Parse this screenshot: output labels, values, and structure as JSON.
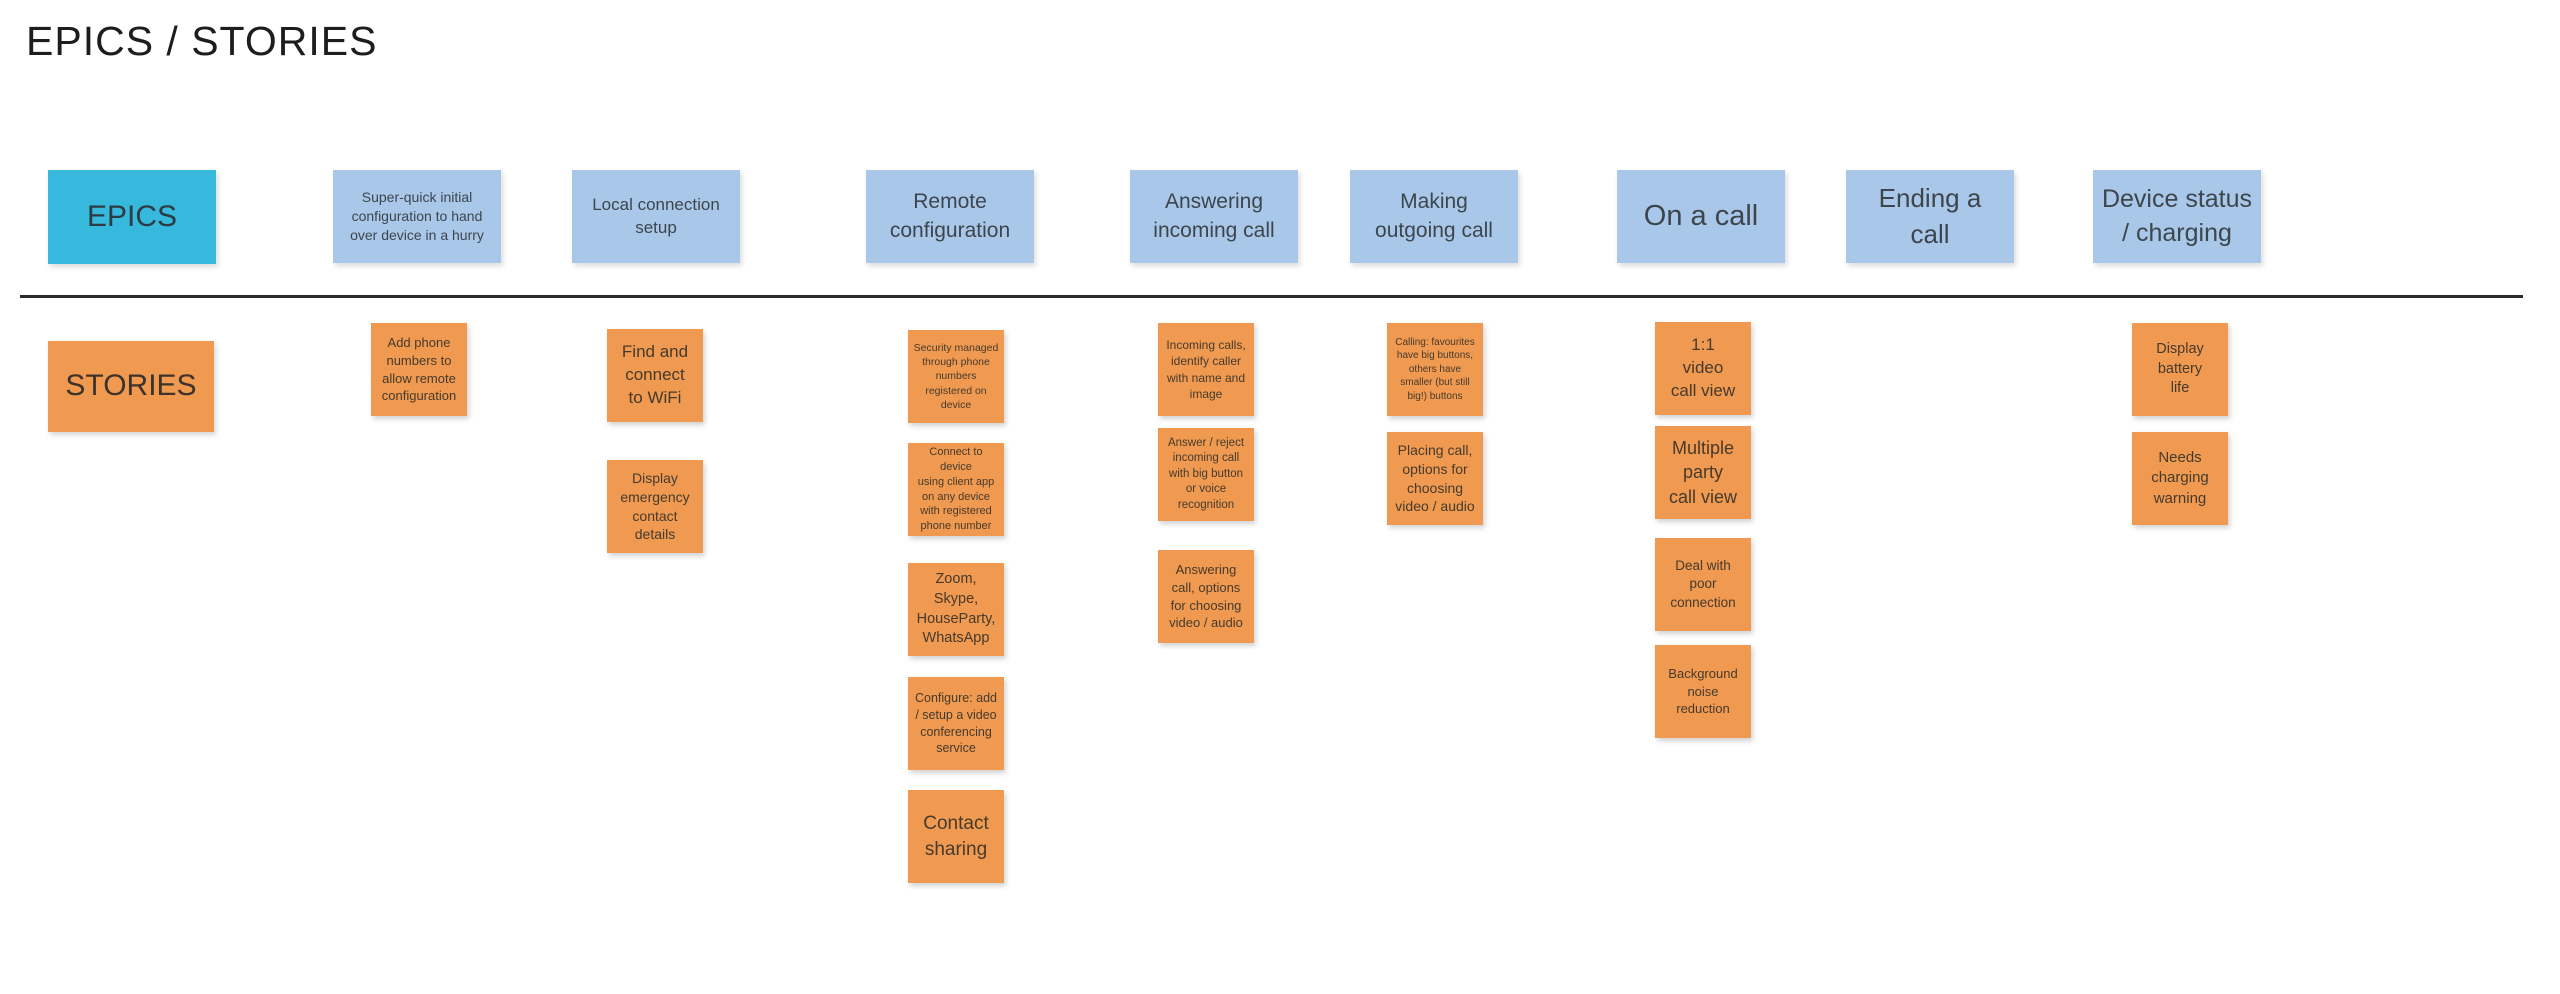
{
  "title": "EPICS / STORIES",
  "row_labels": {
    "epics": "EPICS",
    "stories": "STORIES"
  },
  "colors": {
    "epics_header": "#36b9dc",
    "epic_card": "#a9c8e9",
    "story_card": "#ef9a50",
    "divider": "#2b2b2b"
  },
  "epics": [
    "Super-quick initial\nconfiguration to hand\nover device in a hurry",
    "Local connection\nsetup",
    "Remote\nconfiguration",
    "Answering\nincoming call",
    "Making\noutgoing call",
    "On a call",
    "Ending a\ncall",
    "Device status\n/ charging"
  ],
  "stories": {
    "super_quick_configuration": [
      "Add phone\nnumbers to\nallow remote\nconfiguration"
    ],
    "local_connection_setup": [
      "Find and\nconnect\nto WiFi",
      "Display\nemergency\ncontact\ndetails"
    ],
    "remote_configuration": [
      "Security managed\nthrough phone\nnumbers\nregistered on\ndevice",
      "Connect to device\nusing client app\non any device\nwith registered\nphone number",
      "Zoom,\nSkype,\nHouseParty,\nWhatsApp",
      "Configure: add\n/ setup a video\nconferencing\nservice",
      "Contact\nsharing"
    ],
    "answering_incoming_call": [
      "Incoming calls,\nidentify caller\nwith name and\nimage",
      "Answer / reject\nincoming call\nwith big button\nor voice\nrecognition",
      "Answering\ncall, options\nfor choosing\nvideo / audio"
    ],
    "making_outgoing_call": [
      "Calling: favourites\nhave big buttons,\nothers have\nsmaller (but still\nbig!) buttons",
      "Placing call,\noptions for\nchoosing\nvideo / audio"
    ],
    "on_a_call": [
      "1:1\nvideo\ncall view",
      "Multiple\nparty\ncall view",
      "Deal with\npoor\nconnection",
      "Background\nnoise\nreduction"
    ],
    "ending_a_call": [],
    "device_status_charging": [
      "Display\nbattery\nlife",
      "Needs\ncharging\nwarning"
    ]
  }
}
